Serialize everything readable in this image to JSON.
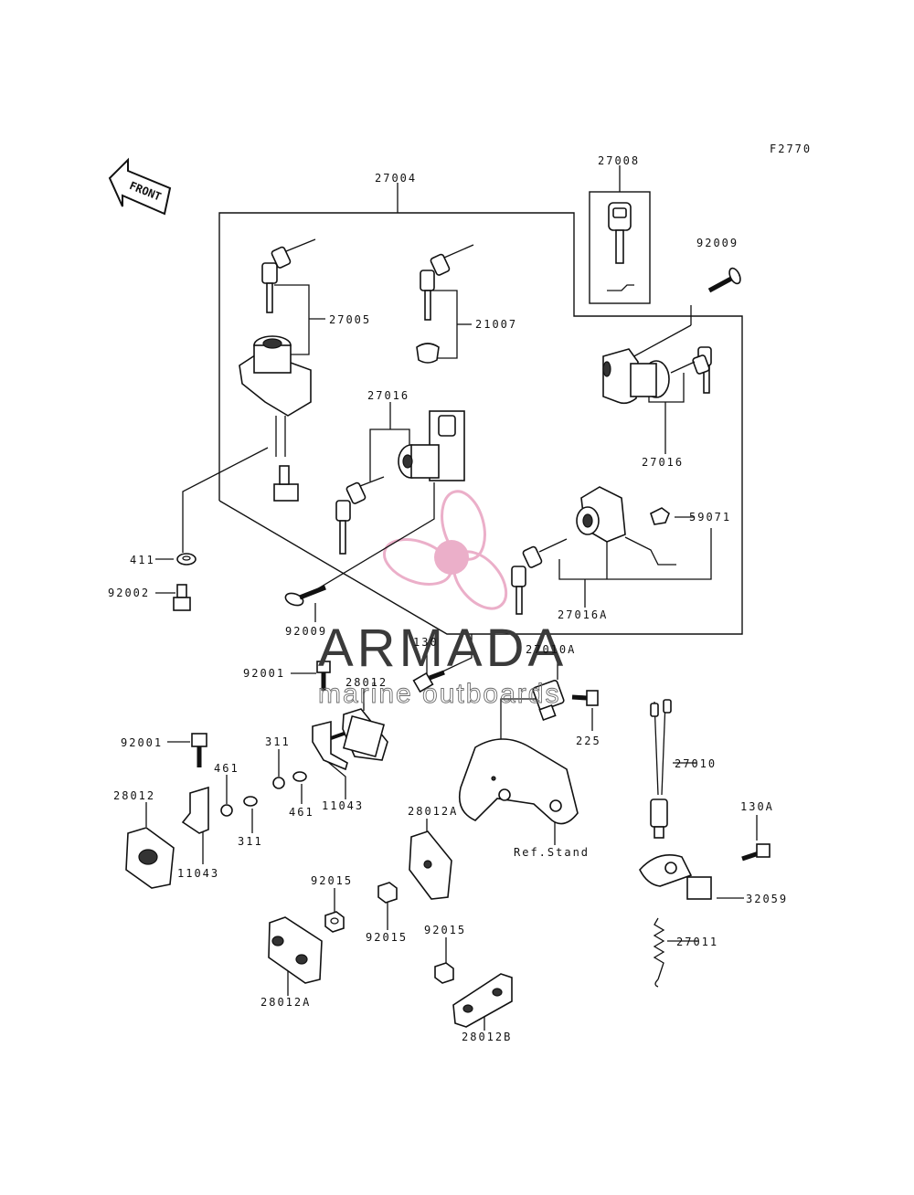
{
  "figure_code": "F2770",
  "front_label": "FRONT",
  "watermark": {
    "brand": "ARMADA",
    "tagline": "marine outboards",
    "logo_color": "#e8a2c0"
  },
  "labels": {
    "p27004": "27004",
    "p27008": "27008",
    "p92009_top": "92009",
    "p27005": "27005",
    "p21007": "21007",
    "p27016_mid": "27016",
    "p27016_right": "27016",
    "p59071": "59071",
    "p411": "411",
    "p92002": "92002",
    "p92009_bottom": "92009",
    "p27016A": "27016A",
    "p130": "130",
    "p27010A": "27010A",
    "p92001_a": "92001",
    "p28012_a": "28012",
    "p225": "225",
    "p92001_b": "92001",
    "p311_a": "311",
    "p461_a": "461",
    "p28012_b": "28012",
    "p461_b": "461",
    "p11043_a": "11043",
    "p311_b": "311",
    "p27010": "27010",
    "p11043_b": "11043",
    "p28012A_a": "28012A",
    "ref_stand": "Ref.Stand",
    "p130A": "130A",
    "p92015_a": "92015",
    "p92015_b": "92015",
    "p32059": "32059",
    "p92015_c": "92015",
    "p27011": "27011",
    "p28012A_b": "28012A",
    "p28012B": "28012B"
  }
}
